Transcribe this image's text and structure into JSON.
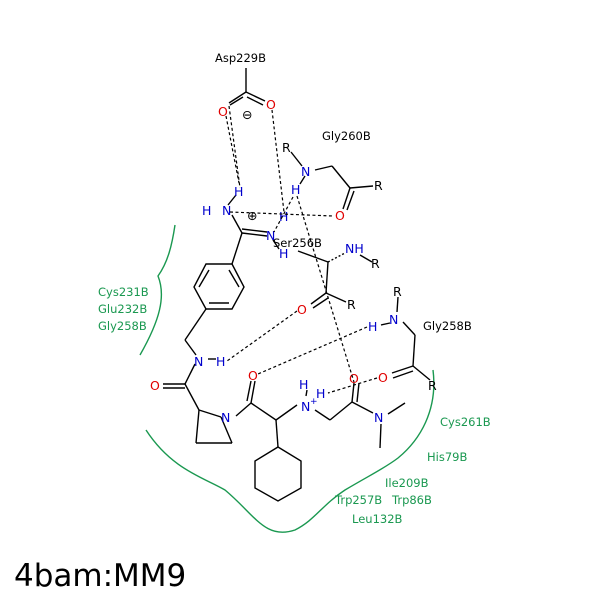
{
  "title": "4bam:MM9",
  "colors": {
    "bond": "#000000",
    "nitrogen": "#0000cc",
    "oxygen": "#e00000",
    "hydrophobic": "#1a9850"
  },
  "residues": {
    "asp229b": "Asp229B",
    "gly260b": "Gly260B",
    "ser256b": "Ser256B",
    "gly258b_right": "Gly258B"
  },
  "hydrophobic_labels": {
    "cys231b": "Cys231B",
    "glu232b": "Glu232B",
    "gly258b": "Gly258B",
    "cys261b": "Cys261B",
    "his79b": "His79B",
    "ile209b": "Ile209B",
    "trp257b": "Trp257B",
    "trp86b": "Trp86B",
    "leu132b": "Leu132B"
  },
  "atoms": {
    "O": "O",
    "N": "N",
    "H": "H",
    "R": "R",
    "NH": "NH",
    "minus": "⊖",
    "plus_circ": "⊕",
    "plus": "+"
  }
}
